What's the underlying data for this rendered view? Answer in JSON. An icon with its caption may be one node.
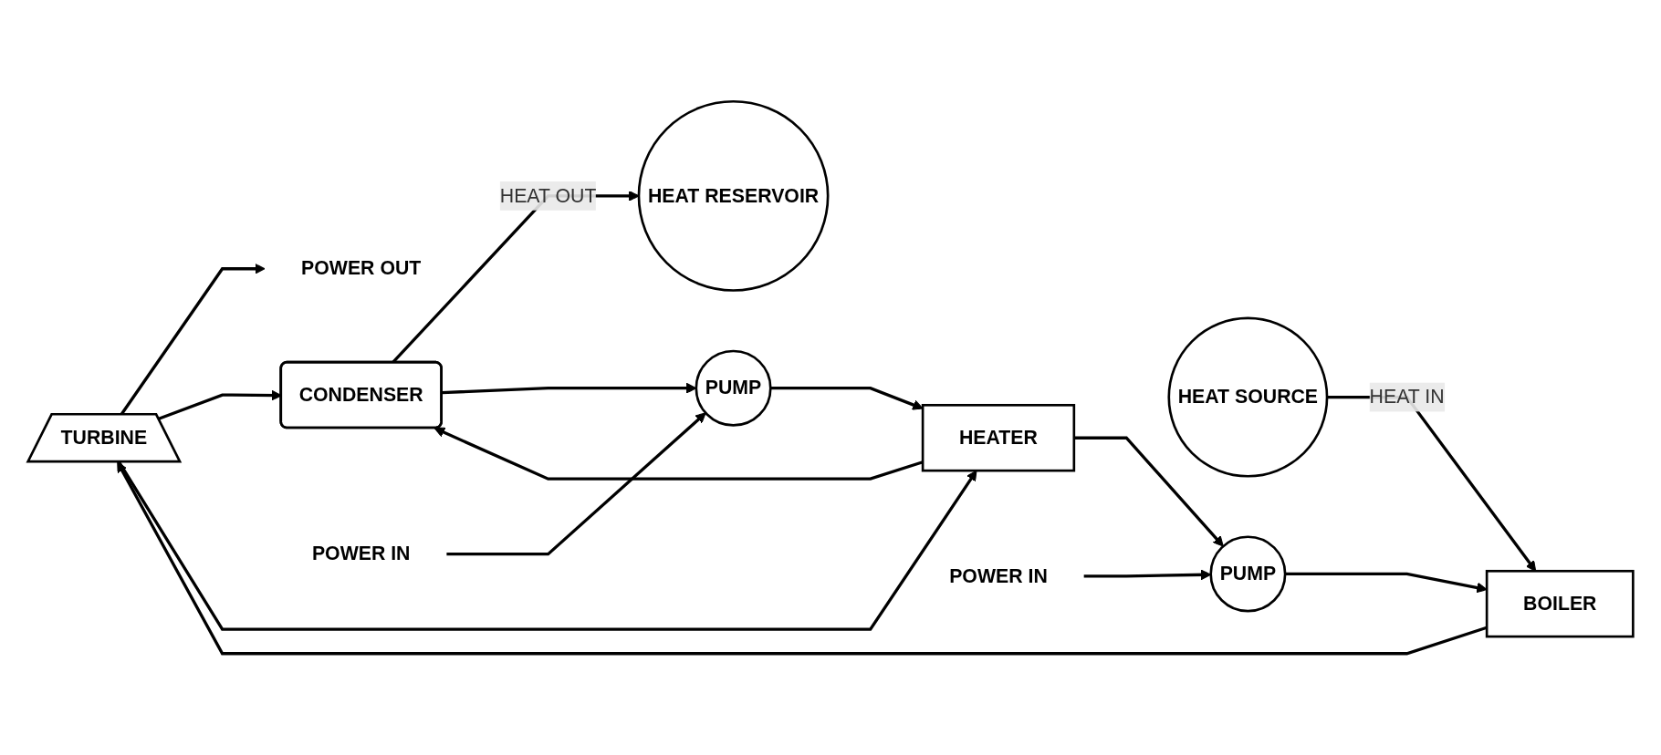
{
  "diagram": {
    "nodes": [
      {
        "text": [
          "TURBINE"
        ]
      },
      {
        "text": [
          "POWER OUT"
        ]
      },
      {
        "text": [
          "HEAT SOURCE"
        ]
      },
      {
        "text": [
          "BOILER"
        ]
      },
      {
        "text": [
          "CONDENSER"
        ]
      },
      {
        "text": [
          "HEAT RESERVOIR"
        ]
      },
      {
        "text": [
          "PUMP"
        ]
      },
      {
        "text": [
          "HEATER"
        ]
      },
      {
        "text": [
          "PUMP"
        ]
      },
      {
        "text": [
          "POWER IN"
        ]
      },
      {
        "text": [
          "POWER IN"
        ]
      }
    ],
    "edges": [
      {
        "from": 2,
        "to": 3,
        "label": "HEAT IN",
        "arrow": "to"
      },
      {
        "from": 3,
        "to": 0,
        "arrow": "to"
      },
      {
        "from": 0,
        "to": 1,
        "arrow": "to"
      },
      {
        "from": 0,
        "to": 4,
        "arrow": "to"
      },
      {
        "from": 0,
        "to": 7,
        "arrow": "to"
      },
      {
        "from": 4,
        "to": 5,
        "label": "HEAT OUT",
        "arrow": "to"
      },
      {
        "from": 4,
        "to": 8,
        "arrow": "to"
      },
      {
        "from": 8,
        "to": 7,
        "arrow": "to"
      },
      {
        "from": 7,
        "to": 6,
        "arrow": "to"
      },
      {
        "from": 6,
        "to": 3,
        "arrow": "to"
      },
      {
        "from": 9,
        "to": 6,
        "arrow": "to"
      },
      {
        "from": 10,
        "to": 8,
        "arrow": "to"
      },
      {
        "from": 7,
        "to": 4,
        "arrow": "to"
      }
    ]
  }
}
